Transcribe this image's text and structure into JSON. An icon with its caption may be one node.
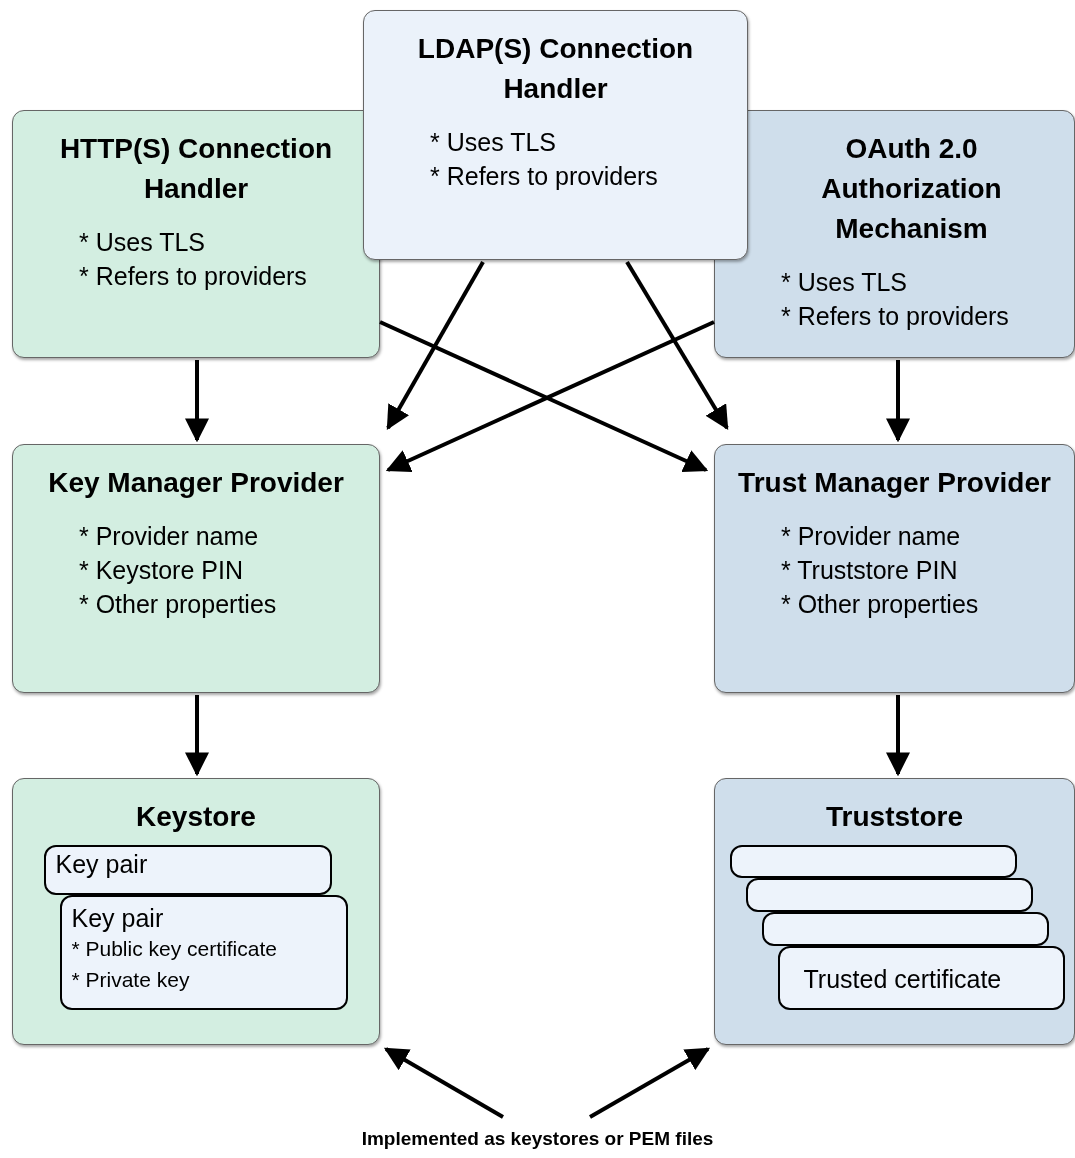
{
  "diagram": {
    "nodes": [
      {
        "text": [
          "LDAP(S) Connection Handler",
          "* Uses TLS",
          "* Refers to providers"
        ]
      },
      {
        "text": [
          "HTTP(S) Connection Handler",
          "* Uses TLS",
          "* Refers to providers"
        ]
      },
      {
        "text": [
          "OAuth 2.0 Authorization Mechanism",
          "* Uses TLS",
          "* Refers to providers"
        ]
      },
      {
        "text": [
          "Key Manager Provider",
          "* Provider name",
          "* Keystore PIN",
          "* Other properties"
        ]
      },
      {
        "text": [
          "Trust Manager Provider",
          "* Provider name",
          "* Truststore PIN",
          "* Other properties"
        ]
      },
      {
        "text": [
          "Keystore"
        ]
      },
      {
        "text": [
          "Key pair"
        ],
        "in": 5
      },
      {
        "text": [
          "Key pair",
          "* Public key certificate",
          "* Private key"
        ],
        "in": 5
      },
      {
        "text": [
          "Truststore"
        ]
      },
      {
        "text": [],
        "shape": "box",
        "in": 8
      },
      {
        "text": [],
        "shape": "box",
        "in": 8
      },
      {
        "text": [],
        "shape": "box",
        "in": 8
      },
      {
        "text": [
          "Trusted certificate"
        ],
        "in": 8
      },
      {
        "text": [
          "Implemented as keystores or PEM files"
        ]
      }
    ],
    "edges": [
      {
        "from": 1,
        "to": 3,
        "arrow": "to"
      },
      {
        "from": 1,
        "to": 4,
        "arrow": "to"
      },
      {
        "from": 0,
        "to": 3,
        "arrow": "to"
      },
      {
        "from": 0,
        "to": 4,
        "arrow": "to"
      },
      {
        "from": 2,
        "to": 3,
        "arrow": "to"
      },
      {
        "from": 2,
        "to": 4,
        "arrow": "to"
      },
      {
        "from": 3,
        "to": 5,
        "arrow": "to"
      },
      {
        "from": 4,
        "to": 8,
        "arrow": "to"
      },
      {
        "from": 13,
        "to": 5,
        "arrow": "to"
      },
      {
        "from": 13,
        "to": 8,
        "arrow": "to"
      }
    ]
  }
}
